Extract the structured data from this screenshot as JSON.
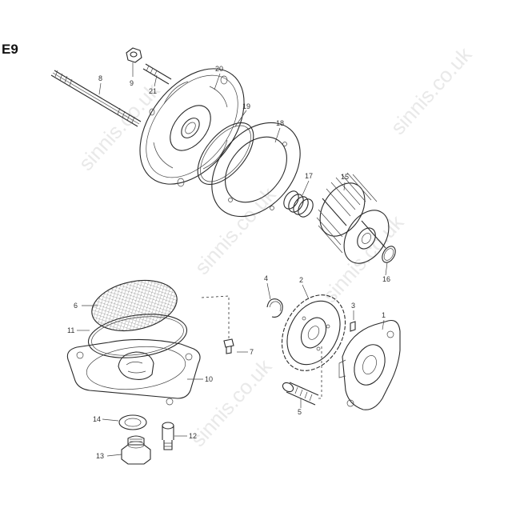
{
  "diagram_title": "E9",
  "watermark": "sinnis.co.uk",
  "part_labels": {
    "p1": "1",
    "p2": "2",
    "p3": "3",
    "p4": "4",
    "p5": "5",
    "p6": "6",
    "p7": "7",
    "p8": "8",
    "p9": "9",
    "p10": "10",
    "p11": "11",
    "p12": "12",
    "p13": "13",
    "p14": "14",
    "p15": "15",
    "p16": "16",
    "p17": "17",
    "p18": "18",
    "p19": "19",
    "p20": "20",
    "p21": "21"
  }
}
